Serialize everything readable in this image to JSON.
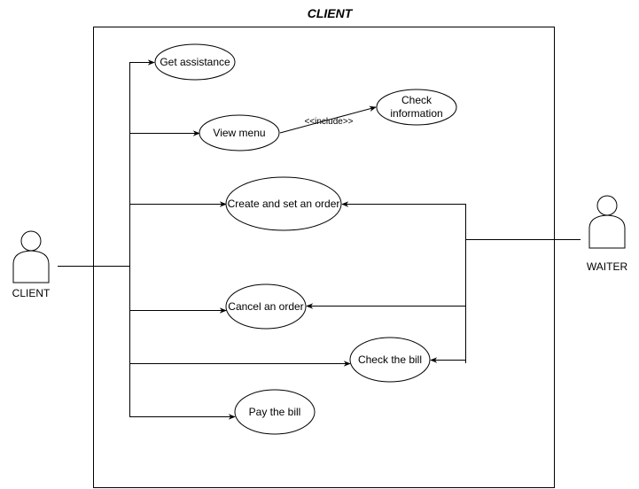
{
  "diagram": {
    "system_title": "CLIENT",
    "actors": {
      "client": "CLIENT",
      "waiter": "WAITER"
    },
    "use_cases": {
      "get_assistance": "Get assistance",
      "view_menu": "View menu",
      "check_information_line1": "Check",
      "check_information_line2": "information",
      "create_order": "Create and set an order",
      "cancel_order": "Cancel an order",
      "check_bill": "Check the bill",
      "pay_bill": "Pay the bill"
    },
    "relations": {
      "include_label": "<<include>>"
    }
  }
}
